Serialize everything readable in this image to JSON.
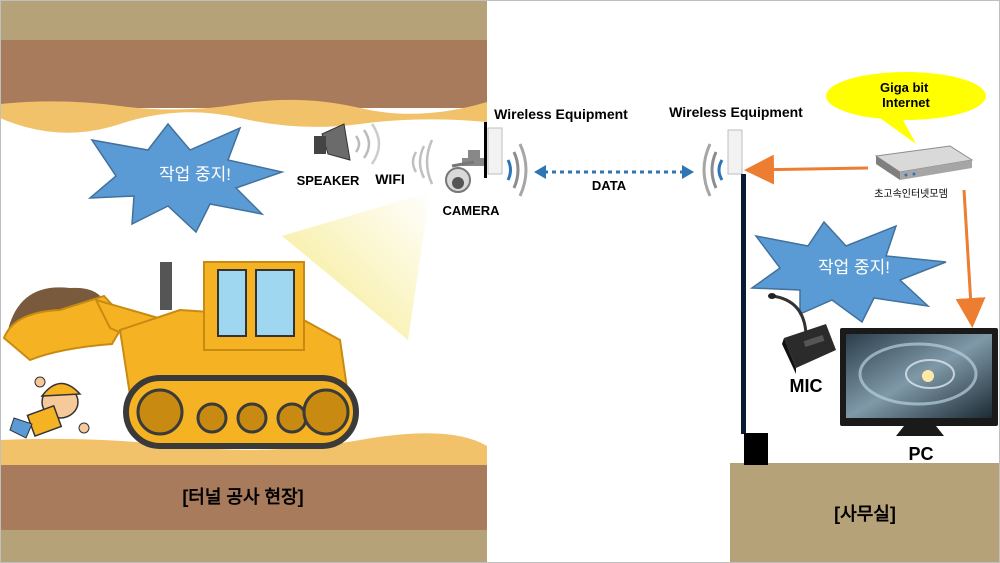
{
  "site": {
    "label": "[터널 공사 현장]",
    "stop_message": "작업 중지!",
    "speaker_label": "SPEAKER",
    "wifi_label": "WIFI",
    "camera_label": "CAMERA",
    "wireless_label": "Wireless Equipment"
  },
  "link": {
    "data_label": "DATA"
  },
  "office": {
    "label": "[사무실]",
    "wireless_label": "Wireless Equipment",
    "internet_bubble": "Giga bit Internet",
    "modem_label": "초고속인터넷모뎀",
    "stop_message": "작업 중지!",
    "mic_label": "MIC",
    "pc_label": "PC"
  },
  "colors": {
    "earth_dark": "#a87b5d",
    "earth_tan": "#b6a279",
    "sand": "#f2c26b",
    "burst_fill": "#5b9bd5",
    "bubble_fill": "#ffff00",
    "arrow_orange": "#ed7d31",
    "data_arrow": "#2e75b6",
    "dozer_yellow": "#f5b324"
  }
}
